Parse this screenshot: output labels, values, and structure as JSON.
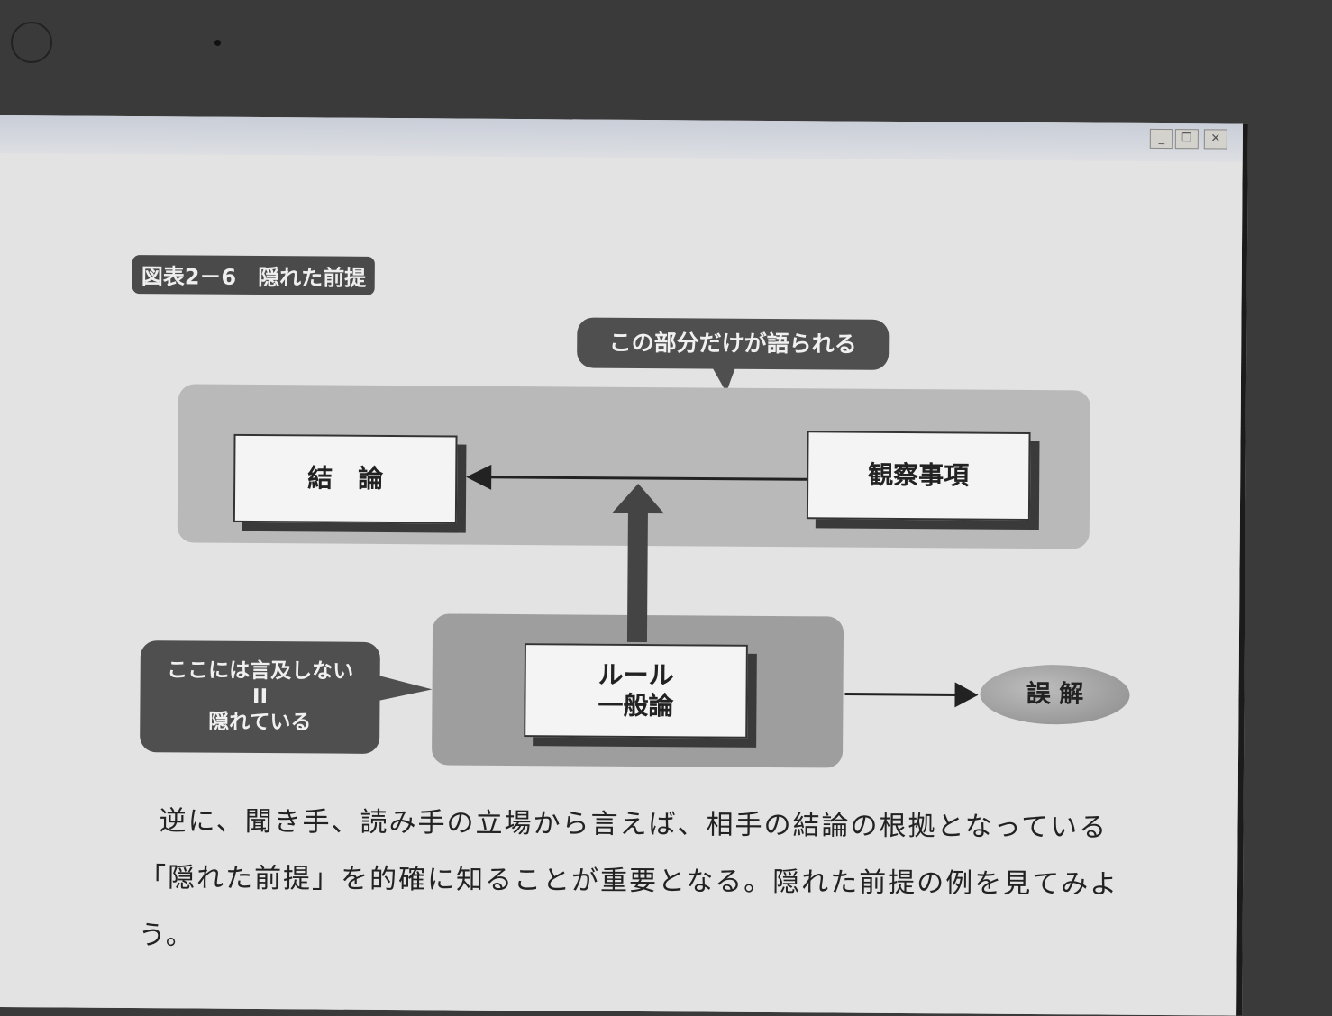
{
  "window": {
    "minimize": "_",
    "restore": "❐",
    "close": "✕"
  },
  "figure": {
    "label": "図表2－6　隠れた前提",
    "top_callout": "この部分だけが語られる",
    "conclusion": "結　論",
    "observation": "観察事項",
    "rule_line1": "ルール",
    "rule_line2": "一般論",
    "left_callout_line1": "ここには言及しない",
    "left_callout_line2": "II",
    "left_callout_line3": "隠れている",
    "misunderstanding": "誤 解"
  },
  "body": {
    "line1": "逆に、聞き手、読み手の立場から言えば、相手の結論の根拠となっている",
    "line2": "「隠れた前提」を的確に知ることが重要となる。隠れた前提の例を見てみよ",
    "line3": "う。"
  }
}
